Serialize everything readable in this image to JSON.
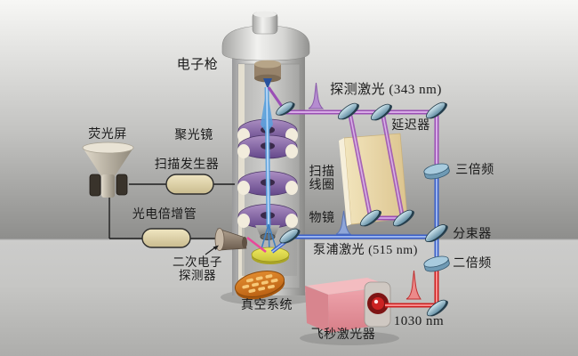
{
  "diagram": {
    "description_labels": {
      "electron_gun": "电子枪",
      "fluorescent_screen": "荧光屏",
      "condenser_lens": "聚光镜",
      "scan_generator": "扫描发生器",
      "photomultiplier_tube": "光电倍增管",
      "secondary_electron_detector_line1": "二次电子",
      "secondary_electron_detector_line2": "探测器",
      "vacuum_system": "真空系统",
      "femtosecond_laser": "飞秒激光器",
      "wavelength_1030": "1030 nm",
      "pump_laser": "泵浦激光 (515 nm)",
      "probe_laser": "探测激光 (343 nm)",
      "objective_lens": "物镜",
      "scan_coils_line1": "扫描",
      "scan_coils_line2": "线圈",
      "delay_stage": "延迟器",
      "third_harmonic": "三倍频",
      "beam_splitter": "分束器",
      "second_harmonic": "二倍频"
    },
    "colors": {
      "probe_beam_343nm": "#9b4fb5",
      "pump_beam_515nm": "#3a5fc8",
      "fundamental_beam_1030nm": "#cc1f1f",
      "electron_beam": "#58a0dd",
      "cathodoluminescence": "#e8489a",
      "lens_coils": "#8d6ca6",
      "laser_housing": "#e89aa0",
      "wall_background": "#9a9a98",
      "floor_background": "#c6c6c4"
    }
  }
}
